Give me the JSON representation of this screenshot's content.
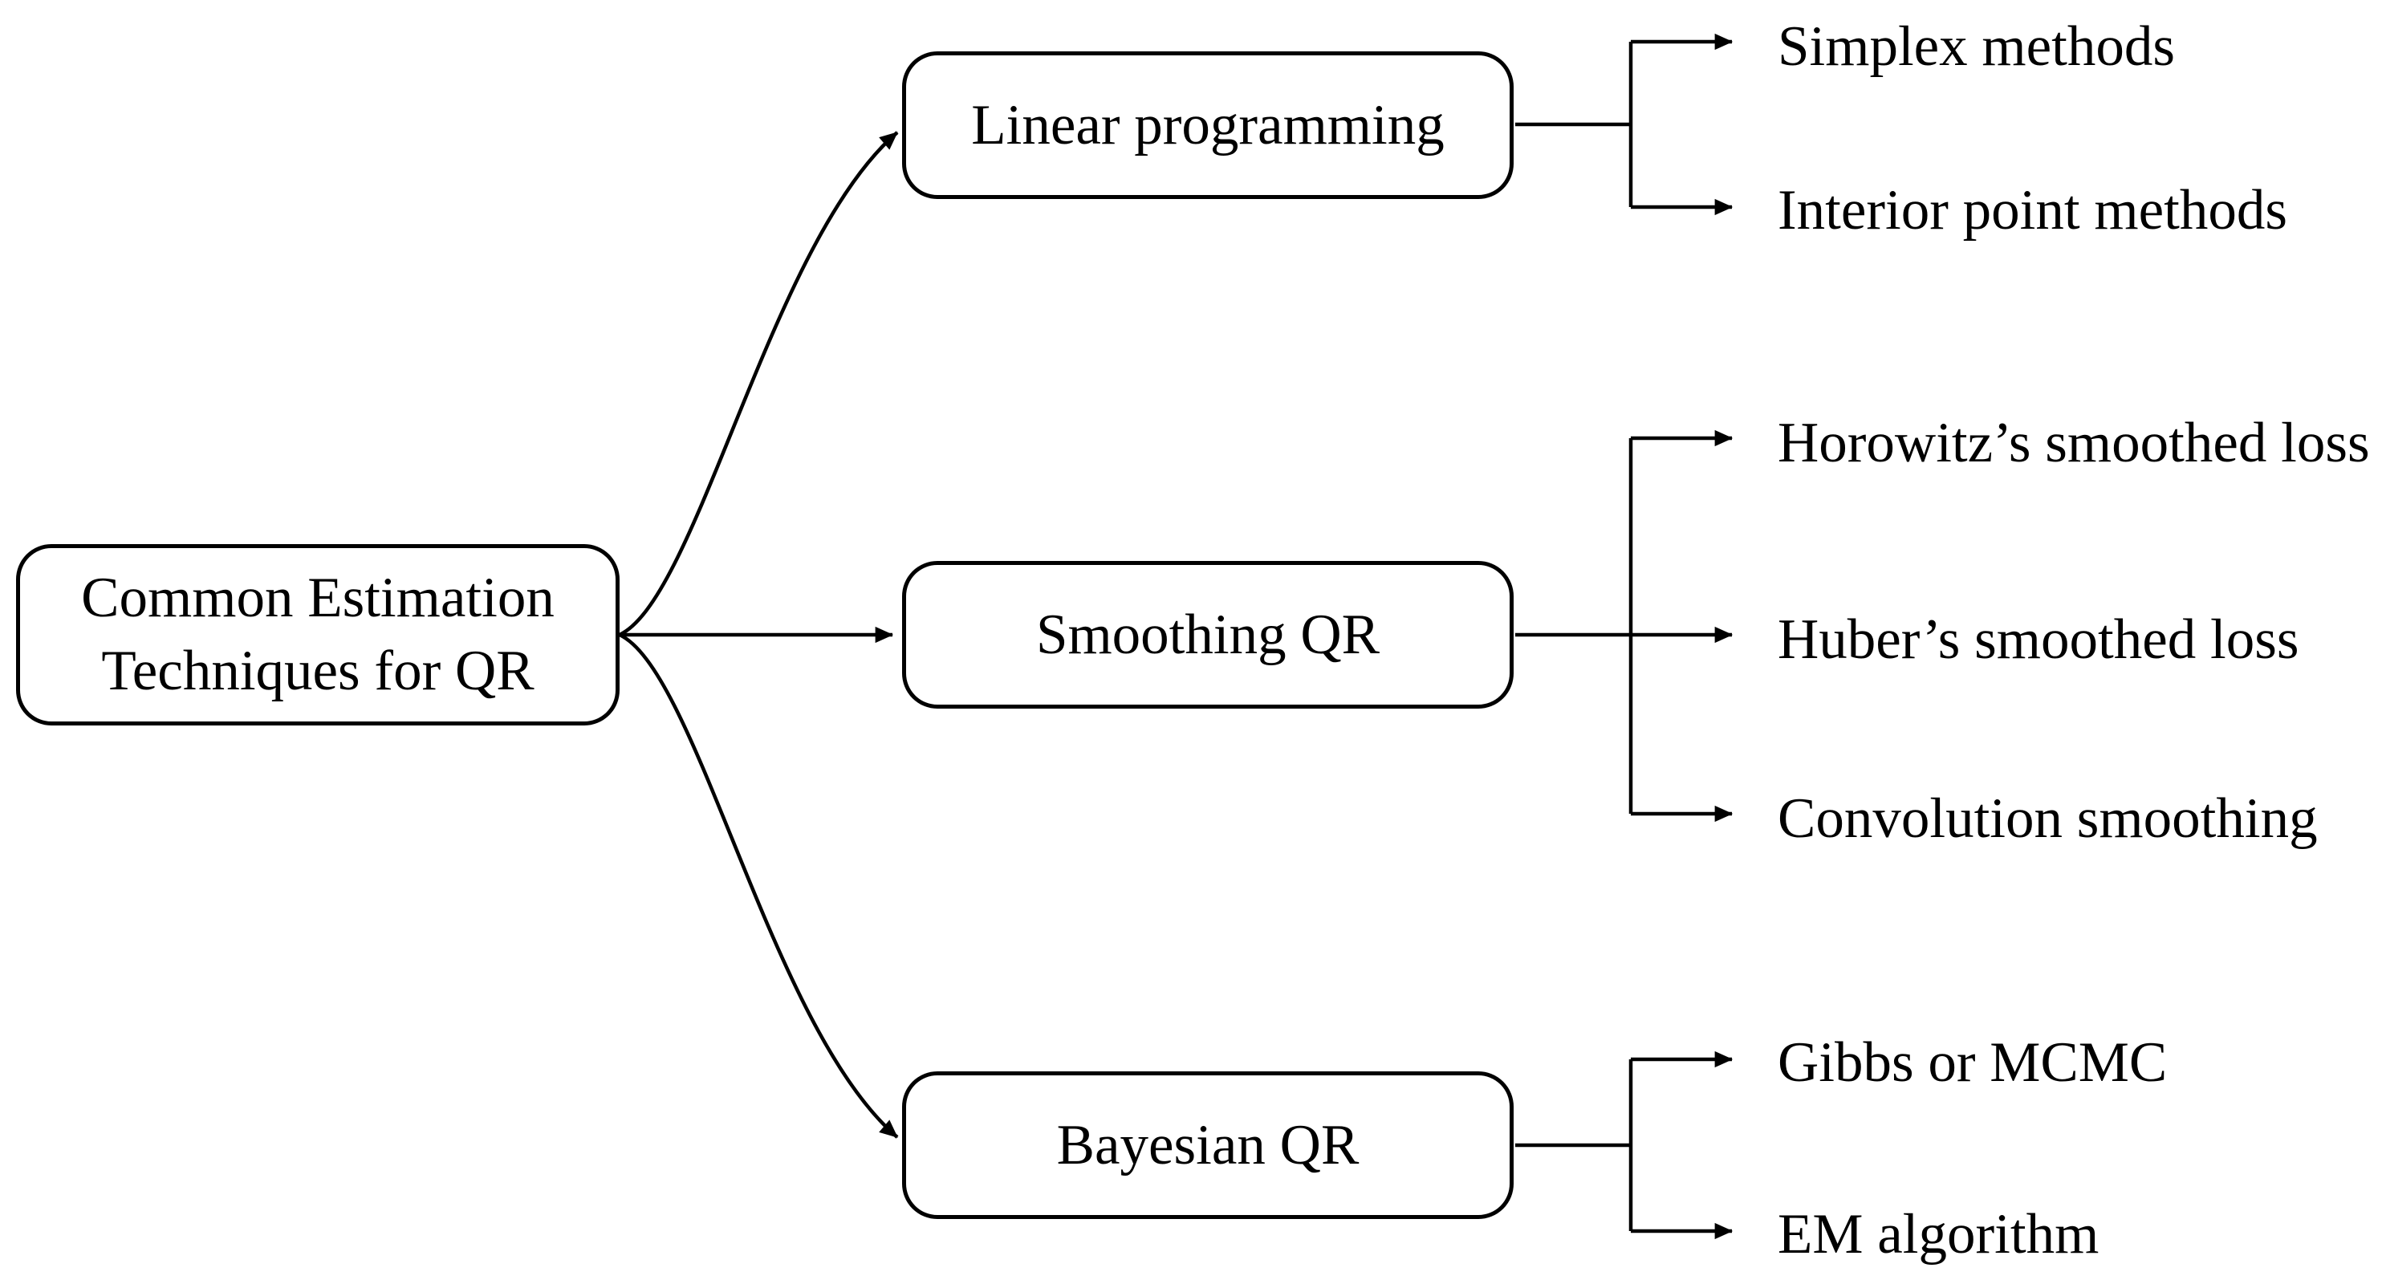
{
  "diagram": {
    "background_color": "#ffffff",
    "stroke_color": "#000000",
    "box_fill_color": "#ffffff",
    "root": {
      "label_lines": [
        "Common Estimation",
        "Techniques for QR"
      ]
    },
    "branches": [
      {
        "label": "Linear programming",
        "children": [
          "Simplex methods",
          "Interior point methods"
        ]
      },
      {
        "label": "Smoothing QR",
        "children": [
          "Horowitz’s smoothed loss",
          "Huber’s smoothed loss",
          "Convolution smoothing"
        ]
      },
      {
        "label": "Bayesian QR",
        "children": [
          "Gibbs or MCMC",
          "EM algorithm"
        ]
      }
    ]
  }
}
